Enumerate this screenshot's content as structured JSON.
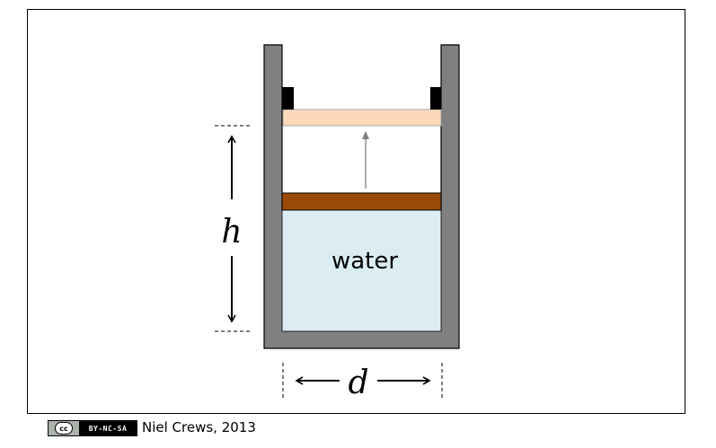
{
  "diagram": {
    "title": "Piston cylinder with water",
    "labels": {
      "water": "water",
      "height": "h",
      "diameter": "d"
    },
    "colors": {
      "wall": "#808080",
      "stopper": "#000000",
      "piston_final": "#fcd9b8",
      "piston_initial": "#994a06",
      "water": "#dbedf3",
      "arrow": "#808080"
    }
  },
  "license": {
    "cc_label": "cc",
    "terms": "BY-NC-SA",
    "author": "Niel Crews, 2013"
  }
}
